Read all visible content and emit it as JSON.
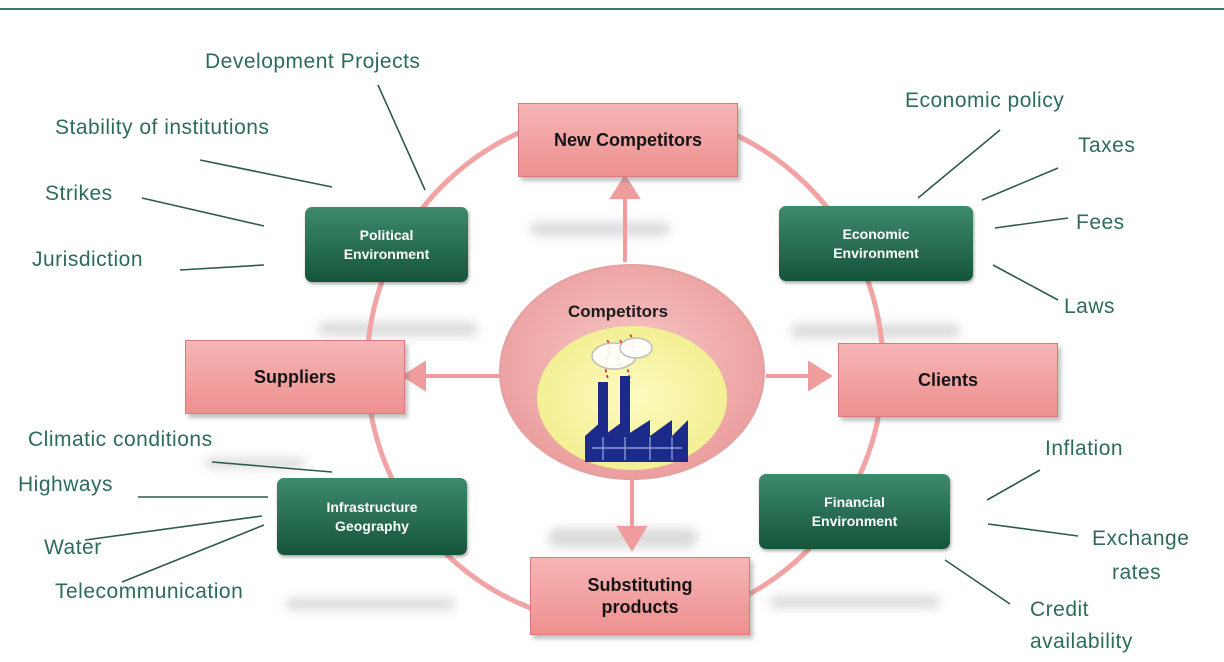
{
  "title": "",
  "center": {
    "label": "Competitors",
    "icon": "factory-icon"
  },
  "forces": {
    "new_competitors": "New Competitors",
    "suppliers": "Suppliers",
    "clients": "Clients",
    "substituting_products": [
      "Substituting",
      "products"
    ]
  },
  "environments": {
    "political": [
      "Political",
      "Environment"
    ],
    "economic": [
      "Economic",
      "Environment"
    ],
    "infrastructure": [
      "Infrastructure",
      "Geography"
    ],
    "financial": [
      "Financial",
      "Environment"
    ]
  },
  "factors": {
    "political": [
      "Development Projects",
      "Stability of institutions",
      "Strikes",
      "Jurisdiction"
    ],
    "economic": [
      "Economic policy",
      "Taxes",
      "Fees",
      "Laws"
    ],
    "infrastructure": [
      "Climatic  conditions",
      "Highways",
      "Water",
      "Telecommunication"
    ],
    "financial": [
      "Inflation",
      "Exchange",
      "rates",
      "Credit",
      "availability"
    ]
  },
  "colors": {
    "ring": "#f0a0a0",
    "pink_box": "#f3a3a3",
    "green_box": "#1f6b4c",
    "label_text": "#2d6b5a",
    "center_inner": "#fbf8a8",
    "factory": "#1c2a8a"
  }
}
